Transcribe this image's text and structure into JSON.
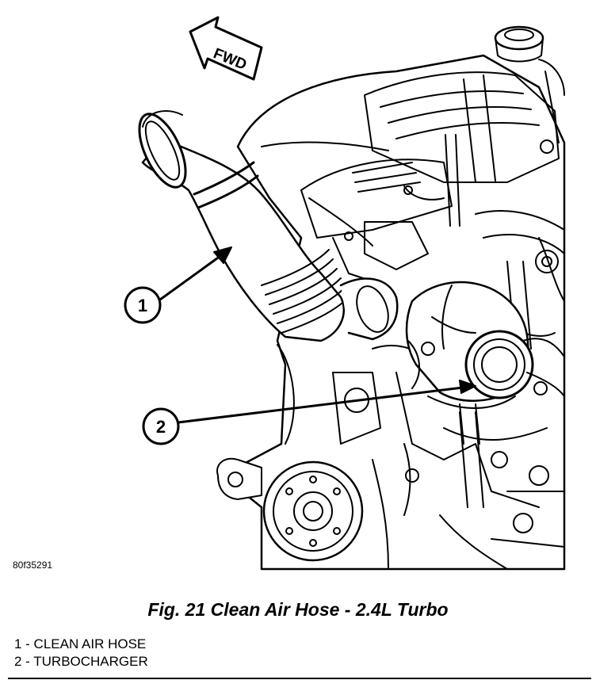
{
  "figure": {
    "id_code": "80f35291",
    "caption": "Fig. 21 Clean Air Hose - 2.4L Turbo",
    "direction_label": "FWD"
  },
  "callouts": [
    {
      "number": "1",
      "label": "1 - CLEAN AIR HOSE"
    },
    {
      "number": "2",
      "label": "2 - TURBOCHARGER"
    }
  ]
}
